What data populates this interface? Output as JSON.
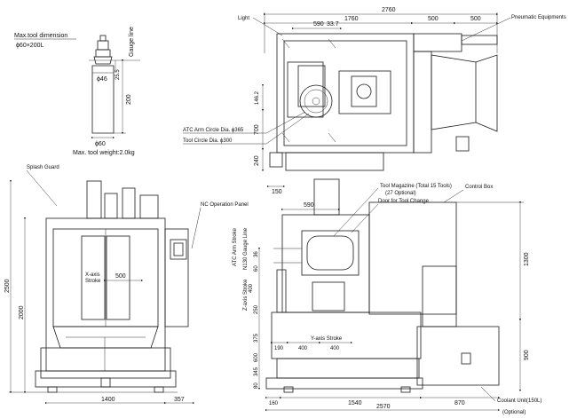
{
  "tool_box": {
    "title": "Max.tool dimension",
    "size": "ϕ60×200L",
    "gauge": "Gauge line",
    "d46": "ϕ46",
    "d60": "ϕ60",
    "h25": "25.5",
    "h200": "200",
    "weight": "Max. tool weight:2.0kg"
  },
  "top_view": {
    "light": "Light",
    "pneumatic": "Pneumatic Equipments",
    "dim_2760": "2760",
    "dim_1760": "1760",
    "dim_590": "590",
    "dim_337": "33.7",
    "dim_500a": "500",
    "dim_500b": "500",
    "dim_1462": "146.2",
    "dim_700": "700",
    "dim_240": "240",
    "dim_150": "150",
    "atc_arm": "ATC Arm Circle Dia. ϕ365",
    "tool_circle": "Tool Circle Dia. ϕ300"
  },
  "front_view": {
    "splash": "Splash Guard",
    "nc_panel": "NC Operation Panel",
    "x_stroke_1": "X-axis",
    "x_stroke_2": "Stroke",
    "dim_500": "500",
    "dim_2500": "2500",
    "dim_2000": "2000",
    "dim_1400": "1400",
    "dim_357": "357"
  },
  "side_view": {
    "magazine_1": "Tool Magazine (Total 15 Tools)",
    "magazine_2": "(27 Optional)",
    "door": "Door for Tool Change",
    "control_box": "Control Box",
    "atc_stroke": "ATC Arm Stroke",
    "gauge": "N130 Gauge Line",
    "z_stroke": "Z-axis Stroke",
    "y_stroke": "Y-axis Stroke",
    "coolant_1": "Coolant Unit(150L)",
    "coolant_2": "(Optional)",
    "dim_590": "590",
    "dim_1300": "1300",
    "dim_900": "900",
    "dim_400z": "400",
    "dim_60": "60",
    "dim_36": "36",
    "dim_250": "250",
    "dim_375": "375",
    "dim_600": "600",
    "dim_345": "345",
    "dim_80": "80",
    "dim_190": "190",
    "dim_400a": "400",
    "dim_400b": "400",
    "dim_160": "160",
    "dim_1540": "1540",
    "dim_870": "870",
    "dim_2570": "2570"
  }
}
